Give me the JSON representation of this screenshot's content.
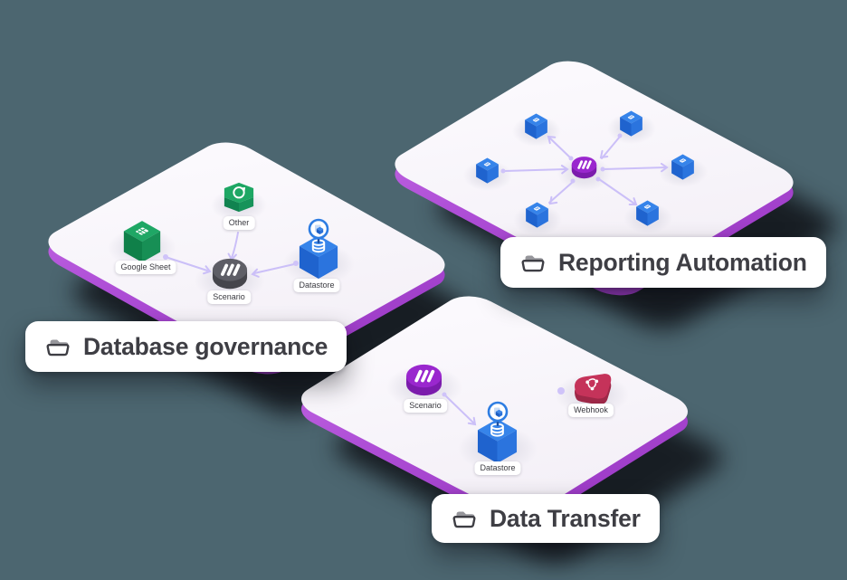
{
  "canvas": {
    "background": "#4C6670"
  },
  "folders": {
    "database_governance": {
      "label": "Database governance"
    },
    "reporting_automation": {
      "label": "Reporting Automation"
    },
    "data_transfer": {
      "label": "Data Transfer"
    }
  },
  "nodes": {
    "p1_other": "Other",
    "p1_google_sheet": "Google Sheet",
    "p1_scenario": "Scenario",
    "p1_datastore": "Datastore",
    "p3_scenario": "Scenario",
    "p3_datastore": "Datastore",
    "p3_webhook": "Webhook"
  },
  "reporting_automation_diagram": {
    "hub_node_type": "scenario",
    "spoke_node_count": 6
  },
  "colors": {
    "background_slate": "#4C6670",
    "panel_surface": "#F8F5FA",
    "panel_edge_purple": "#AE4ED6",
    "connector_lavender": "#CBBFF8",
    "node_blue": "#3684EA",
    "node_green": "#1FA765",
    "node_purple": "#9A27CE",
    "node_gray": "#5E5E66",
    "node_red": "#C5335A",
    "badge_ring_blue": "#2E7DE2",
    "label_text": "#3E3E44"
  }
}
